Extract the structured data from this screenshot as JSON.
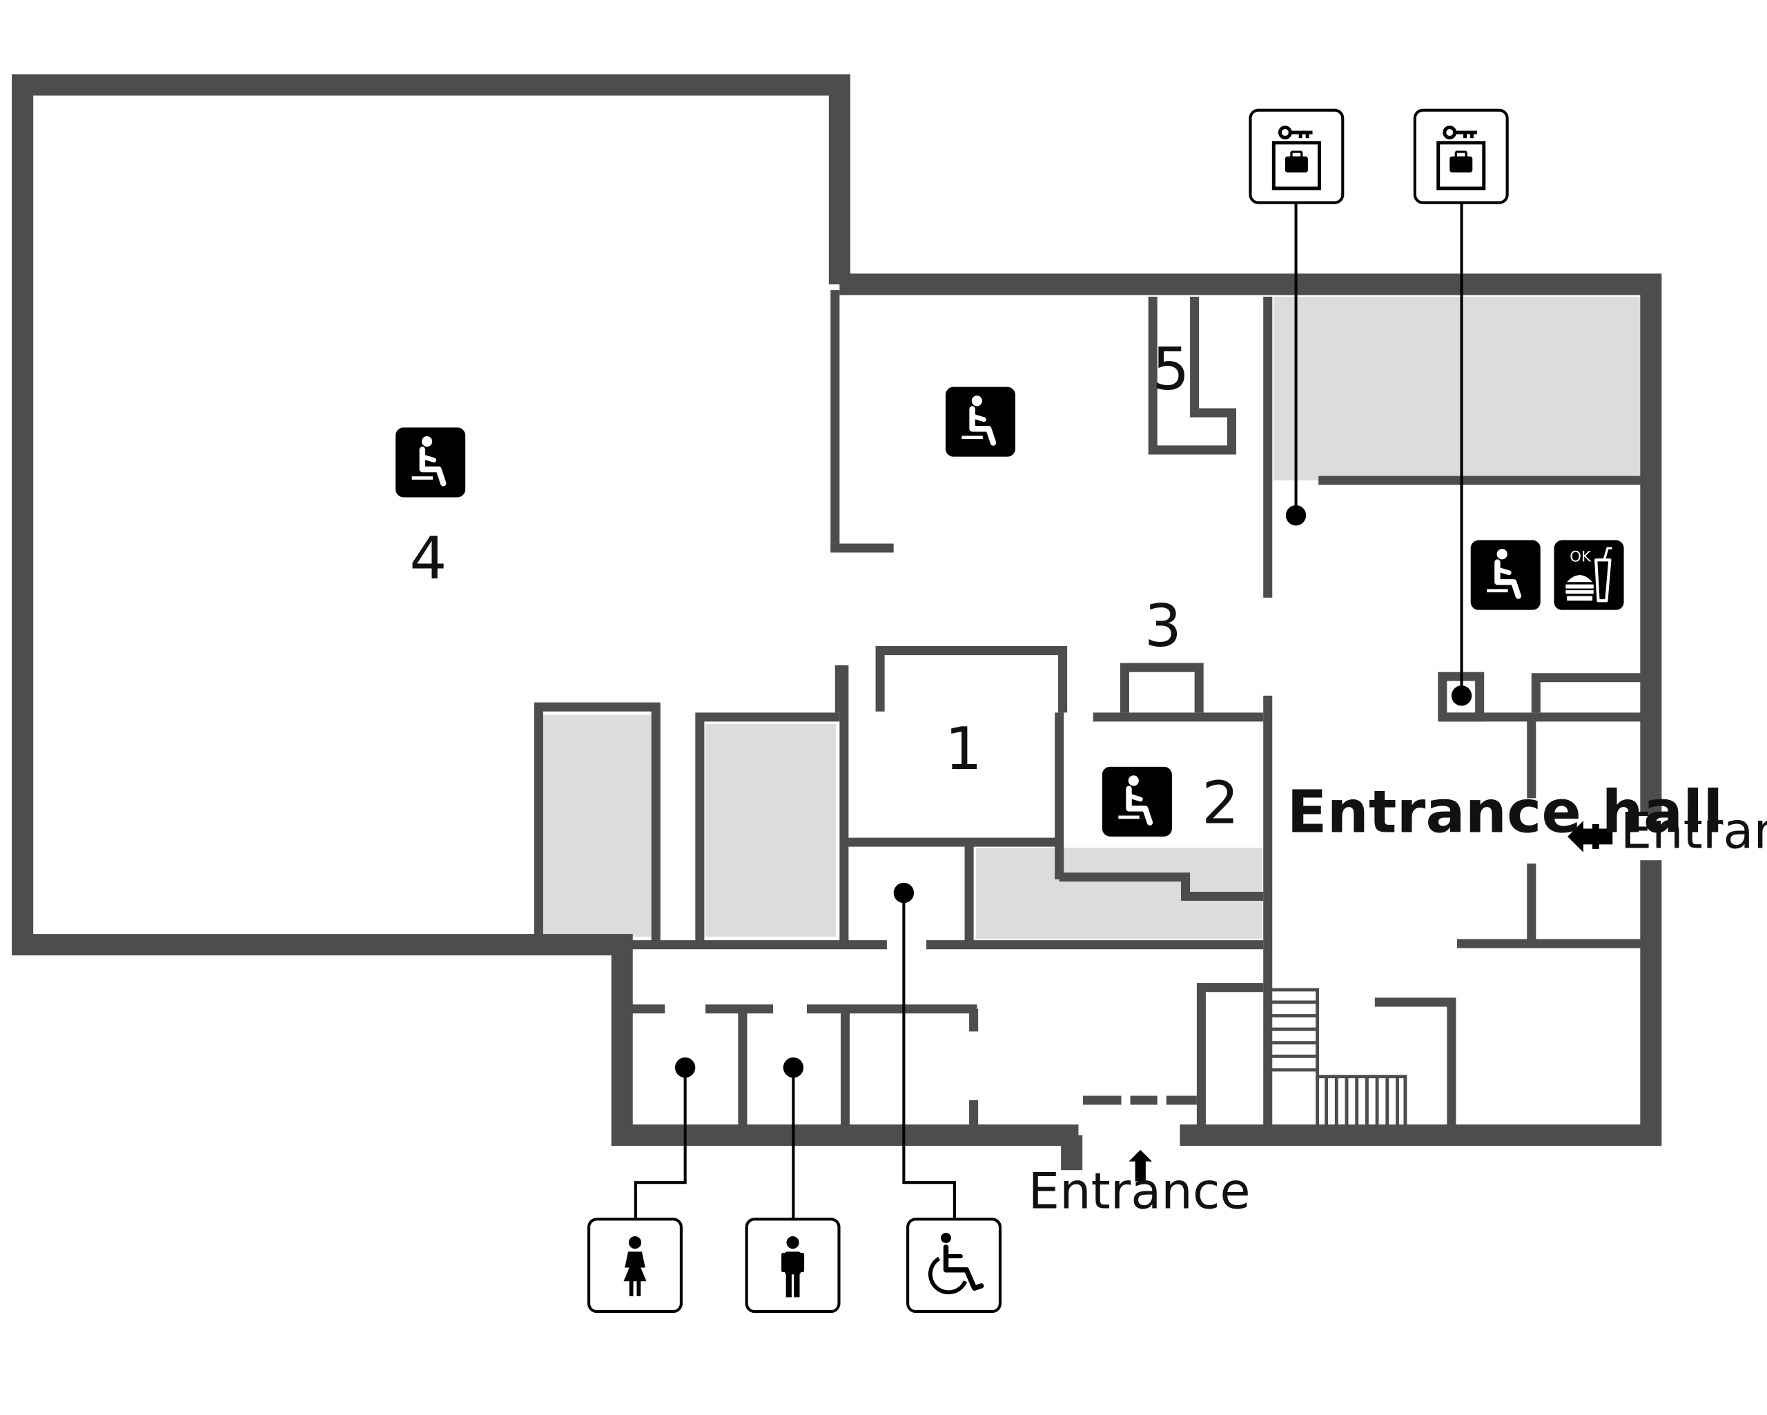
{
  "rooms": {
    "room_1": "1",
    "room_2": "2",
    "room_3": "3",
    "room_4": "4",
    "room_5": "5"
  },
  "entrance_hall_label": "Entrance hall",
  "entrance_labels": {
    "right": "Entrance",
    "bottom": "Entrance"
  },
  "colors": {
    "wall": "#4d4d4d",
    "shaded_area": "#dcdcdc",
    "icon_fill": "#000000",
    "background": "#ffffff"
  },
  "icons": {
    "seating_room_4": "seating-icon",
    "seating_center": "seating-icon",
    "seating_room_2": "seating-icon",
    "seating_right": "seating-icon",
    "food_drink_ok": "food-drink-allowed-icon",
    "locker_top_1": "locker-icon",
    "locker_top_2": "locker-icon",
    "restroom_women": "women-restroom-icon",
    "restroom_men": "men-restroom-icon",
    "restroom_accessible": "accessible-restroom-icon"
  },
  "food_icon_text": "OK"
}
